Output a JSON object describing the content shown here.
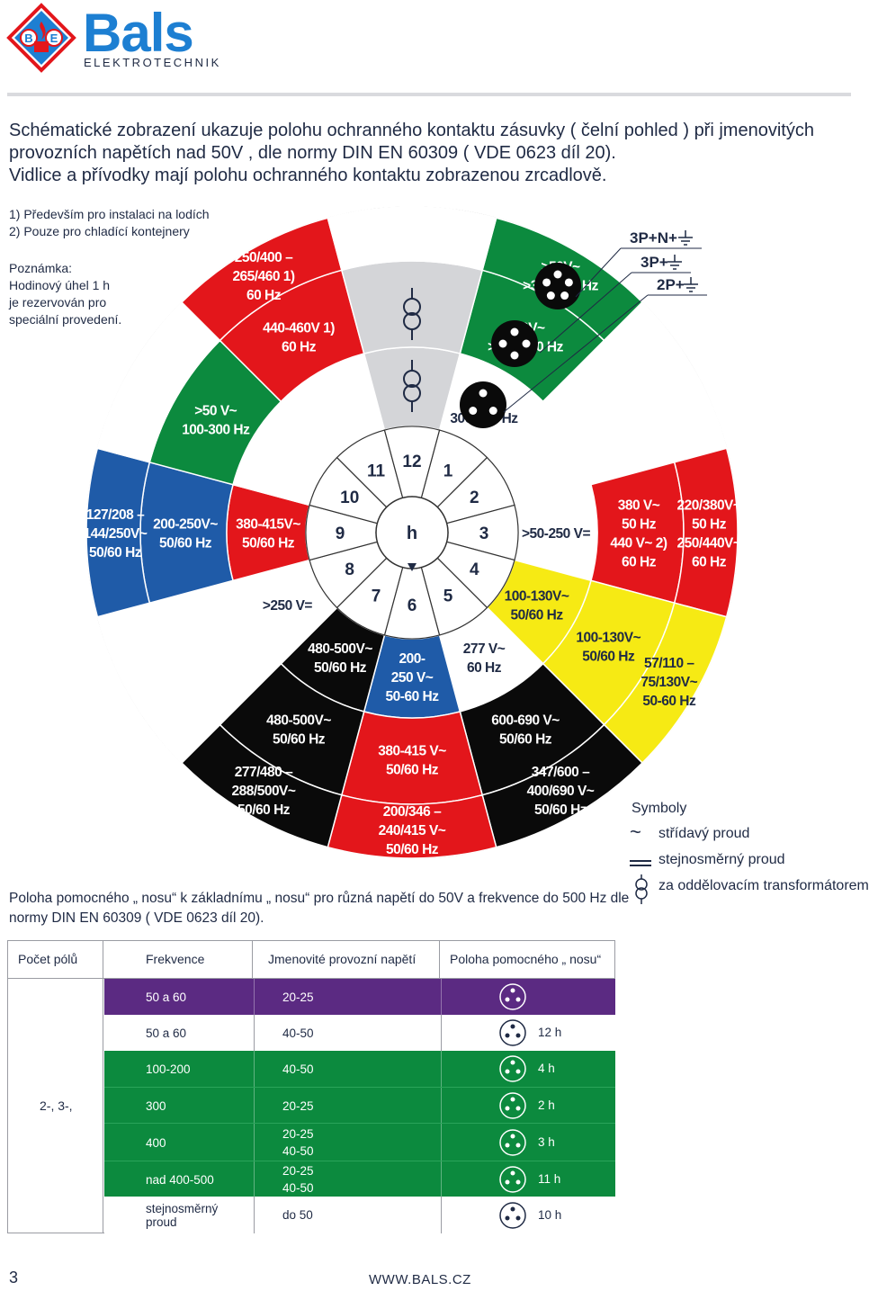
{
  "header": {
    "logo_letters": [
      "B",
      "E"
    ],
    "logo_word": "Bals",
    "logo_sub": "ELEKTROTECHNIK"
  },
  "intro": [
    "Schématické zobrazení ukazuje polohu ochranného kontaktu zásuvky ( čelní pohled ) při jmenovitých",
    "provozních napětích nad 50V , dle normy DIN EN 60309 ( VDE  0623 díl 20).",
    "Vidlice a přívodky mají polohu ochranného kontaktu zobrazenou zrcadlově."
  ],
  "footnotes": [
    "1) Především pro instalaci na lodích",
    "2) Pouze pro chladící kontejnery"
  ],
  "remark": [
    "Poznámka:",
    "Hodinový úhel 1 h",
    "je rezervován pro",
    "speciální provedení."
  ],
  "colors": {
    "red": "#e3161b",
    "green": "#0c8a3e",
    "blue": "#1f5ba8",
    "yellow": "#f6ea14",
    "black": "#0a0a0a",
    "grey": "#d4d5d8",
    "purple": "#5b2a82",
    "logo_blue": "#1d7fd2"
  },
  "diagram": {
    "center_label": "h",
    "hours": [
      "1",
      "2",
      "3",
      "4",
      "5",
      "6",
      "7",
      "8",
      "9",
      "10",
      "11",
      "12"
    ],
    "pole_labels": [
      "3P+N+",
      "3P+",
      "2P+"
    ],
    "sectors": [
      {
        "hour": "1",
        "inner": ">50 V~\n300-500 Hz",
        "outer": ">50V~\n>300-500 Hz",
        "outer2": ">50V~\n>300-500 Hz"
      },
      {
        "hour": "3",
        "inner": ">50-250 V=",
        "outer": "380 V~\n50 Hz\n440 V~ 2)\n60 Hz",
        "outer2": "220/380V~\n50 Hz\n250/440V~\n60 Hz"
      },
      {
        "hour": "4",
        "inner": "100-130V~\n50/60 Hz",
        "outer": "100-130V~\n50/60 Hz",
        "outer2": "57/110 –\n75/130V~\n50-60 Hz"
      },
      {
        "hour": "5",
        "inner": "277 V~\n60 Hz",
        "outer": "600-690 V~\n50/60 Hz",
        "outer2": "347/600 –\n400/690 V~\n50/60 Hz"
      },
      {
        "hour": "6",
        "inner": "200-\n250 V~\n50-60 Hz",
        "outer": "380-415 V~\n50/60 Hz",
        "outer2": "200/346 –\n240/415 V~\n50/60 Hz"
      },
      {
        "hour": "7",
        "inner": "480-500V~\n50/60 Hz",
        "outer": "480-500V~\n50/60 Hz",
        "outer2": "277/480 –\n288/500V~\n50/60 Hz"
      },
      {
        "hour": "8",
        "inner": ">250 V=",
        "outer": "",
        "outer2": ""
      },
      {
        "hour": "9",
        "inner": "380-415V~\n50/60 Hz",
        "outer": "200-250V~\n50/60 Hz",
        "outer2": "127/208 –\n144/250V~\n50/60 Hz"
      },
      {
        "hour": "10",
        "inner": "",
        "outer": ">50 V~\n100-300 Hz",
        "outer2": ""
      },
      {
        "hour": "11",
        "inner": "",
        "outer": "440-460V 1)\n60  Hz",
        "outer2": "250/400 –\n265/460 1)\n60 Hz"
      }
    ]
  },
  "aux_text": "Poloha pomocného „ nosu“ k základnímu „ nosu“ pro různá napětí do 50V a frekvence do 500 Hz dle normy DIN EN 60309 ( VDE  0623 díl 20).",
  "symbols": {
    "title": "Symboly",
    "items": [
      {
        "icon": "tilde-icon",
        "glyph": "~",
        "label": "střídavý proud"
      },
      {
        "icon": "double-line-icon",
        "glyph": "═",
        "label": "stejnosměrný proud"
      },
      {
        "icon": "transformer-icon",
        "glyph": "",
        "label": "za oddělovacím transformátorem"
      }
    ]
  },
  "table": {
    "headers": [
      "Počet pólů",
      "Frekvence",
      "Jmenovité provozní napětí",
      "Poloha pomocného „ nosu“"
    ],
    "poles_label": "2-, 3-,",
    "rows": [
      {
        "freq": "50 a 60",
        "voltage": [
          "20-25"
        ],
        "position": "",
        "bg": "purple"
      },
      {
        "freq": "50 a 60",
        "voltage": [
          "40-50"
        ],
        "position": "12 h",
        "bg": "white"
      },
      {
        "freq": "100-200",
        "voltage": [
          "40-50"
        ],
        "position": "4 h",
        "bg": "green"
      },
      {
        "freq": "300",
        "voltage": [
          "20-25"
        ],
        "position": "2 h",
        "bg": "green"
      },
      {
        "freq": "400",
        "voltage": [
          "20-25",
          "40-50"
        ],
        "position": "3 h",
        "bg": "green"
      },
      {
        "freq": "nad 400-500",
        "voltage": [
          "20-25",
          "40-50"
        ],
        "position": "11 h",
        "bg": "green"
      },
      {
        "freq": "stejnosměrný\nproud",
        "voltage": [
          "do 50"
        ],
        "position": "10 h",
        "bg": "white"
      }
    ]
  },
  "footer": {
    "page": "3",
    "url": "WWW.BALS.CZ"
  }
}
